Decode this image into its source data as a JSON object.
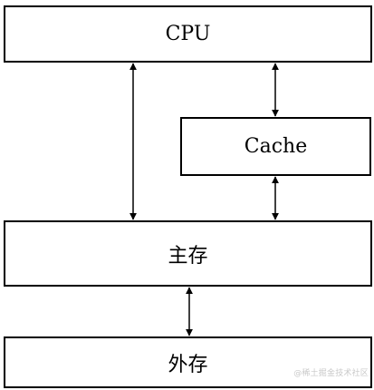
{
  "diagram": {
    "nodes": {
      "cpu": "CPU",
      "cache": "Cache",
      "main_memory": "主存",
      "external_storage": "外存"
    },
    "edges": [
      {
        "from": "cpu",
        "to": "main_memory",
        "direction": "bidirectional"
      },
      {
        "from": "cpu",
        "to": "cache",
        "direction": "bidirectional"
      },
      {
        "from": "cache",
        "to": "main_memory",
        "direction": "bidirectional"
      },
      {
        "from": "main_memory",
        "to": "external_storage",
        "direction": "bidirectional"
      }
    ]
  },
  "watermark": "@稀土掘金技术社区",
  "colors": {
    "stroke": "#000000",
    "background": "#ffffff",
    "watermark": "#c9c9c9"
  }
}
